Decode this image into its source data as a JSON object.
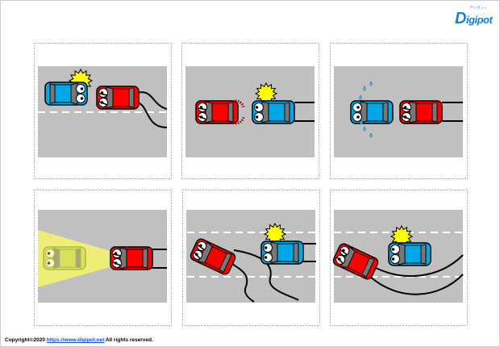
{
  "logo": {
    "text_big": "D",
    "text_rest": "igipot",
    "sub": "デジポット"
  },
  "footer": {
    "copyright_prefix": "Copyright©2020 ",
    "link": "https://www.digipot.net",
    "suffix": " All rights reserved."
  },
  "colors": {
    "road": "#c0c0c0",
    "red_car": "#ff0000",
    "blue_car": "#00a8e8",
    "star": "#ffff00",
    "ghost_car": "#c8d84a",
    "light_cone": "#f4f46a"
  },
  "panels": [
    {
      "name": "panel-rear-end-collision"
    },
    {
      "name": "panel-sudden-braking"
    },
    {
      "name": "panel-near-miss"
    },
    {
      "name": "panel-headlight-glare"
    },
    {
      "name": "panel-lane-swerve-collision"
    },
    {
      "name": "panel-spin-collision"
    }
  ]
}
